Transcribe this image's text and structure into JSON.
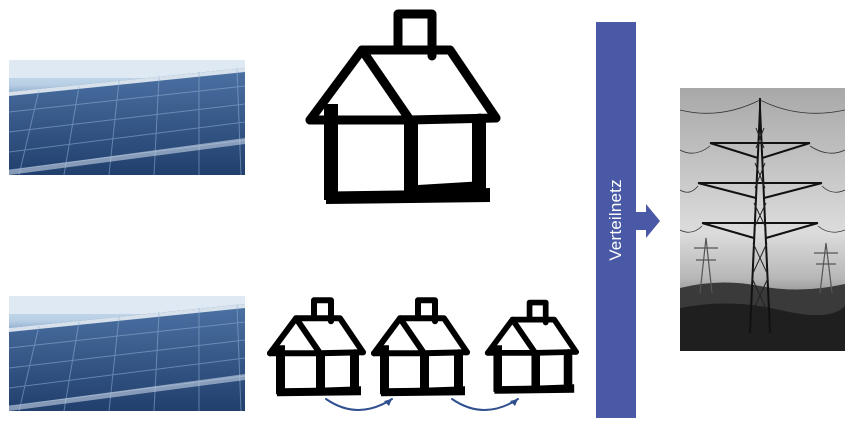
{
  "grid_label": "Verteilnetz",
  "icons": {
    "solar_panel": "solar-panel-photo",
    "house": "house-icon",
    "pylon": "power-pylon-photo",
    "arrow": "arrow-right-icon",
    "exchange": "curved-arrow-icon"
  },
  "colors": {
    "grid_bar": "#4a59a6",
    "arrow": "#4a59a6",
    "exchange_arrow": "#2f4f8f",
    "house_stroke": "#000000"
  }
}
